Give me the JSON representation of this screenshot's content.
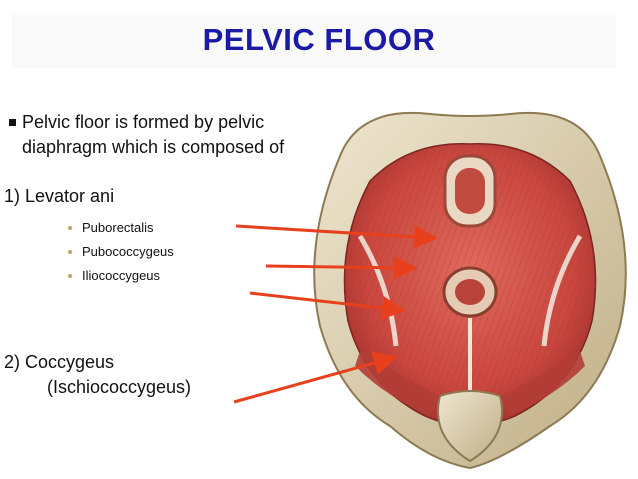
{
  "slide": {
    "title": "PELVIC FLOOR",
    "intro": "Pelvic floor is formed by pelvic diaphragm which is composed of",
    "item1": "1) Levator ani",
    "subitems": [
      "Puborectalis",
      "Pubococcygeus",
      "Iliococcygeus"
    ],
    "item2_line1": "2)  Coccygeus",
    "item2_line2": "(Ischiococcygeus)"
  },
  "colors": {
    "title": "#1a1aa6",
    "arrow": "#e8401c",
    "muscle": "#c8463e",
    "bone": "#d9ceb0",
    "bullet_dot": "#b9a56a"
  }
}
